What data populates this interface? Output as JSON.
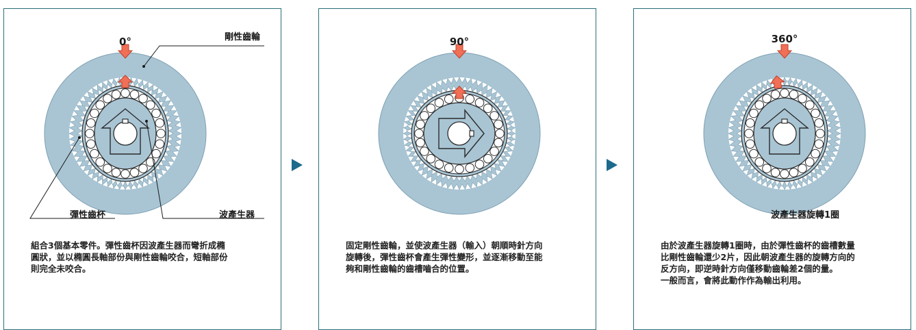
{
  "panels": [
    {
      "angle": "0°",
      "label_rigid": "剛性齒輪",
      "label_flex": "彈性齒杯",
      "label_wave": "波產生器",
      "description": "組合3個基本零件。彈性齒杯因波產生器而彎折成橢\n圓狀，並以橢圓長軸部份與剛性齒輪咬合，短軸部份\n則完全未咬合。"
    },
    {
      "angle": "90°",
      "description": "固定剛性齒輪，並使波產生器（輸入）朝順時針方向\n旋轉後，彈性齒杯會產生彈性變形，並逐漸移動至能\n夠和剛性齒輪的齒槽嚙合的位置。"
    },
    {
      "angle": "360°",
      "label_rotation": "波產生器旋轉1圈",
      "description": "由於波產生器旋轉1圈時，由於彈性齒杯的齒槽數量\n比剛性齒輪還少2片，因此朝波產生器的旋轉方向的\n反方向，即逆時針方向僅移動齒輪差2個的量。\n一般而言，會將此動作作為輸出利用。"
    }
  ],
  "colors": {
    "border": "#2a6e78",
    "disc": "#a9c5d4",
    "disc_edge": "#7d9fb1",
    "arrow_fill": "#ef6f57",
    "arrow_edge": "#c1402a",
    "play": "#1c6b8c"
  },
  "icons": {
    "marker_down": "arrow-down-icon",
    "marker_up": "arrow-up-icon",
    "next": "play-arrow-icon"
  }
}
